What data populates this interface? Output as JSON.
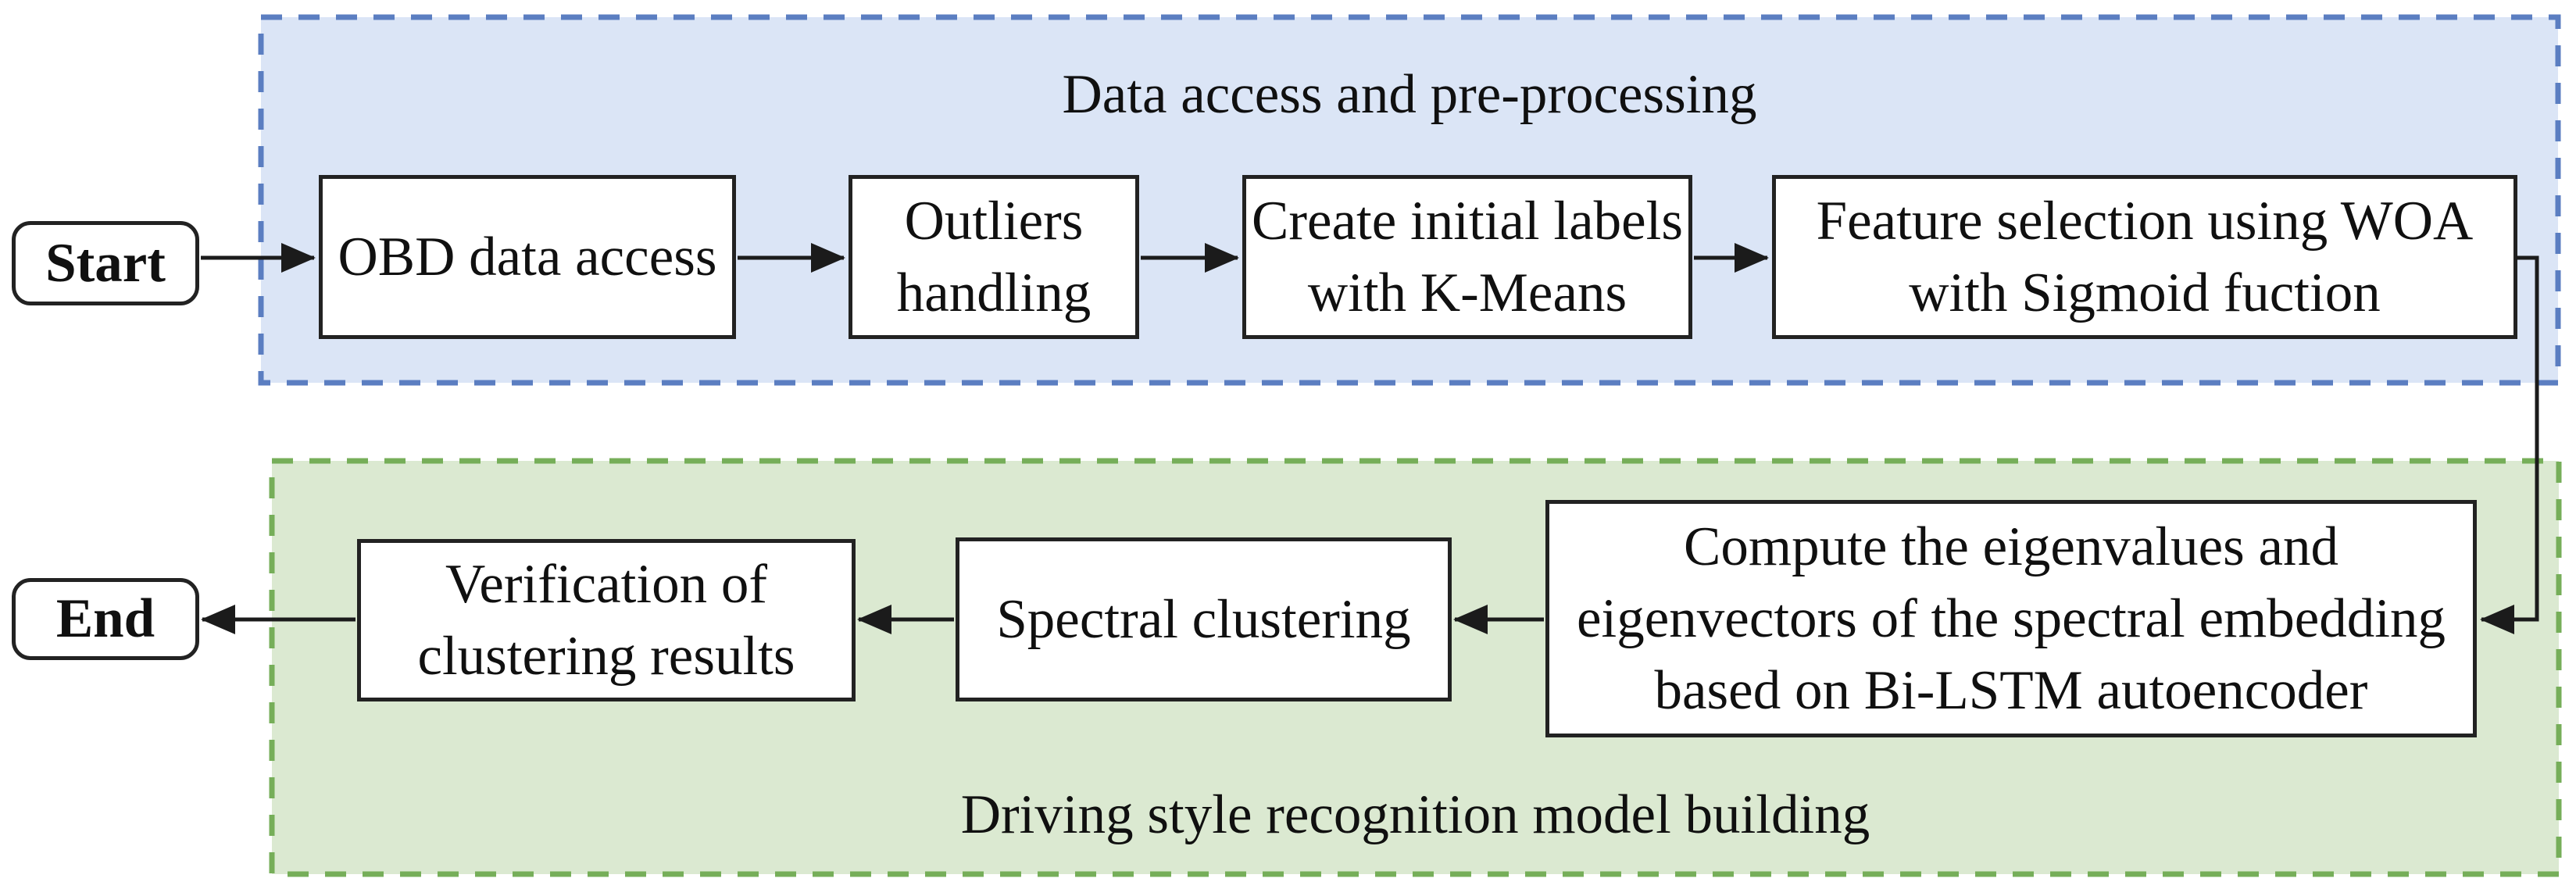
{
  "figure": {
    "background": "#ffffff",
    "line_color": "#1b1b1b",
    "box_border_color": "#222222",
    "text_color": "#101010",
    "regions": [
      {
        "id": "data-access-preprocessing",
        "title": "Data access and pre-processing",
        "fill": "#dbe5f6",
        "border_color": "#5b7ec1"
      },
      {
        "id": "driving-style-model-building",
        "title": "Driving style recognition model building",
        "fill": "#dbe9d1",
        "border_color": "#76ae59"
      }
    ],
    "nodes": [
      {
        "id": "start",
        "label": "Start",
        "shape": "rounded"
      },
      {
        "id": "obd-data-access",
        "label": "OBD data access",
        "shape": "rect"
      },
      {
        "id": "outliers-handling",
        "label": "Outliers\nhandling",
        "shape": "rect"
      },
      {
        "id": "create-initial-labels-kmeans",
        "label": "Create initial labels\nwith K-Means",
        "shape": "rect"
      },
      {
        "id": "feature-selection-woa",
        "label": "Feature selection using WOA\nwith Sigmoid fuction",
        "shape": "rect"
      },
      {
        "id": "compute-eigen-bilstm",
        "label": "Compute the eigenvalues and\neigenvectors of the spectral embedding\nbased on Bi-LSTM autoencoder",
        "shape": "rect"
      },
      {
        "id": "spectral-clustering",
        "label": "Spectral clustering",
        "shape": "rect"
      },
      {
        "id": "verification-clustering-results",
        "label": "Verification of\nclustering results",
        "shape": "rect"
      },
      {
        "id": "end",
        "label": "End",
        "shape": "rounded"
      }
    ]
  }
}
